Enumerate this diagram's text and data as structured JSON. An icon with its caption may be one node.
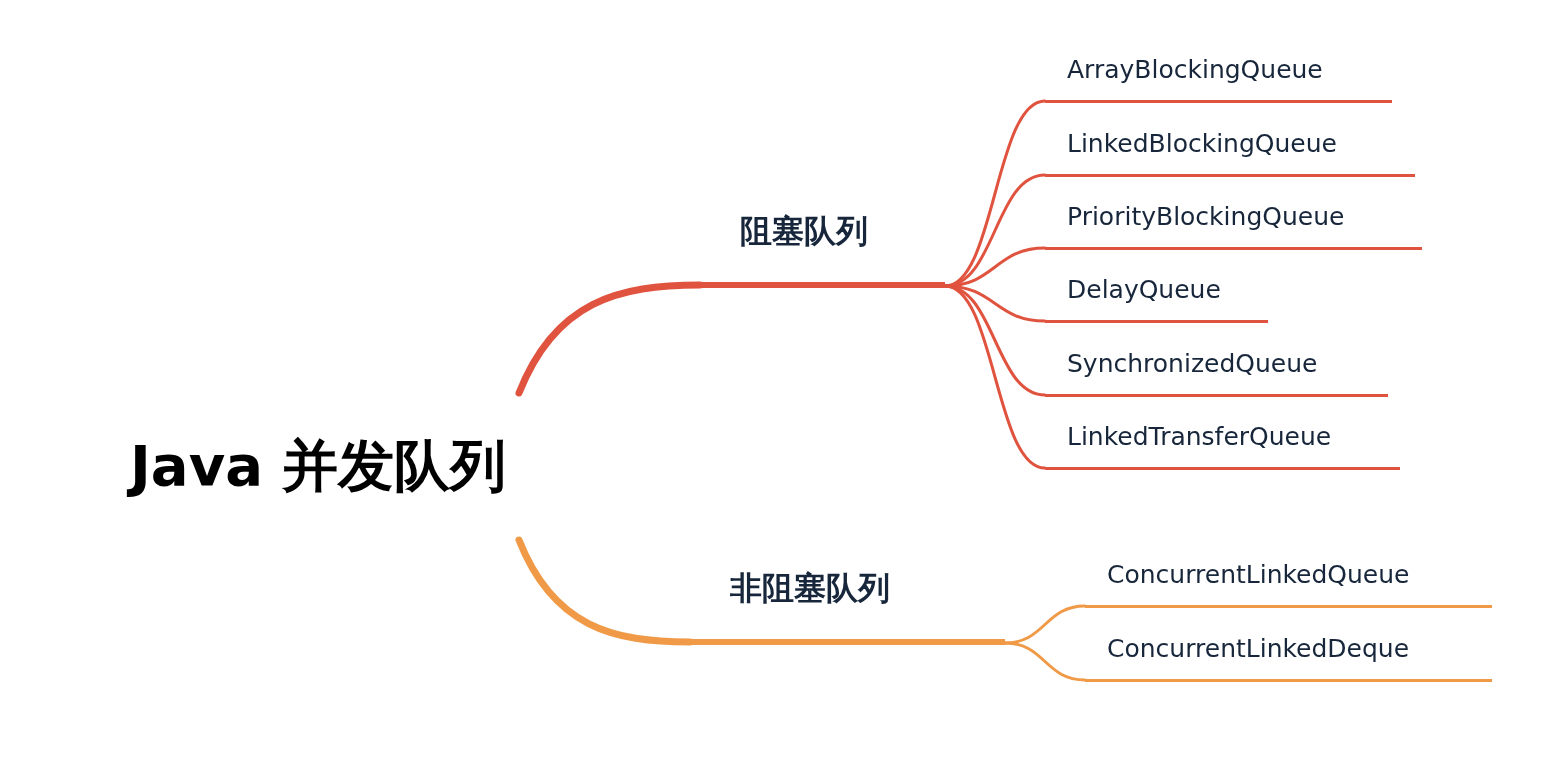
{
  "diagram": {
    "nodes": [
      {
        "text": [
          "Java 并发队列"
        ]
      },
      {
        "text": [
          "阻塞队列"
        ]
      },
      {
        "text": [
          "ArrayBlockingQueue"
        ]
      },
      {
        "text": [
          "LinkedBlockingQueue"
        ]
      },
      {
        "text": [
          "PriorityBlockingQueue"
        ]
      },
      {
        "text": [
          "DelayQueue"
        ]
      },
      {
        "text": [
          "SynchronizedQueue"
        ]
      },
      {
        "text": [
          "LinkedTransferQueue"
        ]
      },
      {
        "text": [
          "非阻塞队列"
        ]
      },
      {
        "text": [
          "ConcurrentLinkedQueue"
        ]
      },
      {
        "text": [
          "ConcurrentLinkedDeque"
        ]
      }
    ],
    "edges": [
      {
        "from": 0,
        "to": 1,
        "arrow": "none",
        "style": "thick"
      },
      {
        "from": 1,
        "to": 2,
        "arrow": "none"
      },
      {
        "from": 1,
        "to": 3,
        "arrow": "none"
      },
      {
        "from": 1,
        "to": 4,
        "arrow": "none"
      },
      {
        "from": 1,
        "to": 5,
        "arrow": "none"
      },
      {
        "from": 1,
        "to": 6,
        "arrow": "none"
      },
      {
        "from": 1,
        "to": 7,
        "arrow": "none"
      },
      {
        "from": 0,
        "to": 8,
        "arrow": "none",
        "style": "thick",
        "color": "#f09a48"
      },
      {
        "from": 8,
        "to": 9,
        "arrow": "none",
        "color": "#f09a48"
      },
      {
        "from": 8,
        "to": 10,
        "arrow": "none",
        "color": "#f09a48"
      }
    ]
  }
}
